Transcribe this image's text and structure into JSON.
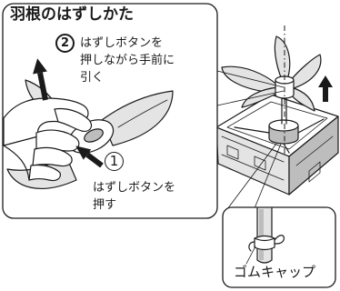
{
  "title": "羽根のはずしかた",
  "steps": [
    {
      "number": "2",
      "lines": [
        "はずしボタンを",
        "押しながら手前に",
        "引く"
      ]
    },
    {
      "number": "1",
      "lines": [
        "はずしボタンを",
        "押す"
      ]
    }
  ],
  "detail": {
    "label": "ゴムキャップ"
  },
  "colors": {
    "ink": "#1a1a1a",
    "shade": "#bdbdbd",
    "shade_light": "#e4e4e4",
    "paper": "#ffffff"
  }
}
